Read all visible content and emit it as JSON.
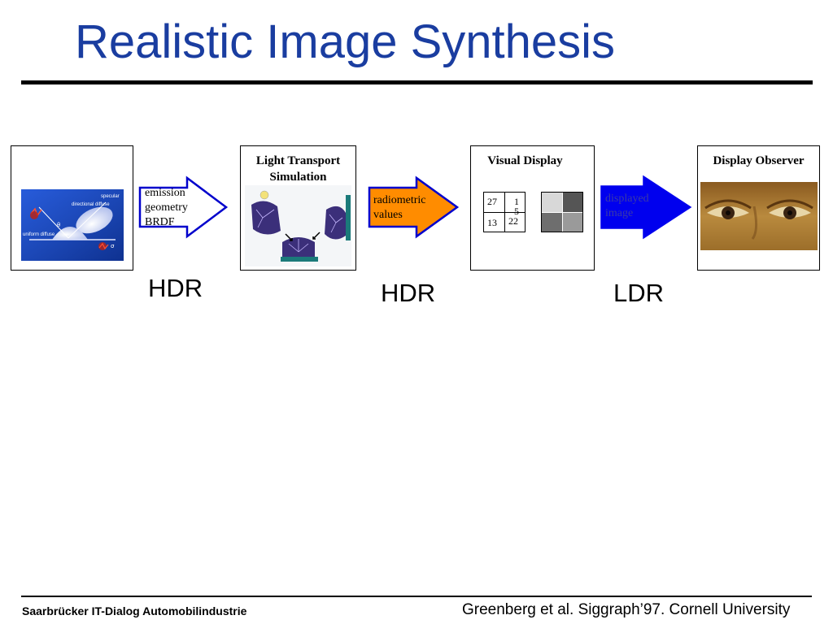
{
  "title": "Realistic Image Synthesis",
  "panels": {
    "scene": {
      "image_labels": {
        "specular": "specular",
        "directional_diffuse": "directional diffuse",
        "uniform_diffuse": "uniform diffuse",
        "theta": "θ",
        "sigma": "σ"
      }
    },
    "light_transport": {
      "title_line1": "Light Transport",
      "title_line2": "Simulation"
    },
    "visual_display": {
      "title": "Visual Display",
      "grid": {
        "c1": "27",
        "c2": "1",
        "c3": "5",
        "c4": "13",
        "c5": "22"
      }
    },
    "display_observer": {
      "title": "Display Observer"
    }
  },
  "arrows": {
    "a1": {
      "lines": [
        "emission",
        "geometry",
        "BRDF"
      ],
      "fill": "#ffffff",
      "stroke": "#0000cc"
    },
    "a2": {
      "lines": [
        "radiometric",
        "values"
      ],
      "fill": "#ff8c00",
      "stroke": "#0000cc"
    },
    "a3": {
      "lines": [
        "displayed",
        "image"
      ],
      "fill": "#0000ee",
      "stroke": "#0000ee"
    }
  },
  "range_labels": {
    "l1": "HDR",
    "l2": "HDR",
    "l3": "LDR"
  },
  "footer": {
    "left": "Saarbrücker IT-Dialog Automobilindustrie",
    "right": "Greenberg et al. Siggraph’97. Cornell University"
  },
  "colors": {
    "title": "#1a3da0",
    "scene_bg": "#1e4fc4",
    "grid_shades": [
      "#d8d8d8",
      "#555555",
      "#6e6e6e",
      "#9a9a9a"
    ]
  }
}
